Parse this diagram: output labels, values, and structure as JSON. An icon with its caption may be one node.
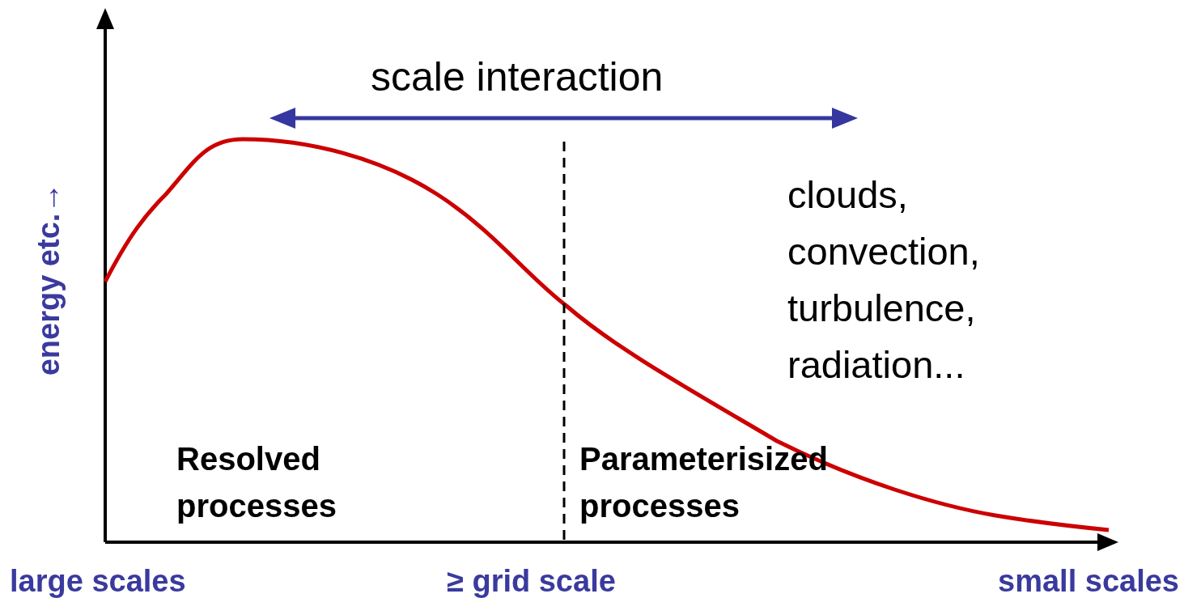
{
  "diagram": {
    "labels": [
      "scale interaction",
      "energy etc.→",
      "clouds, convection, turbulence, radiation...",
      "Resolved processes",
      "Parameterisized processes",
      "large scales",
      "≥ grid scale",
      "small scales"
    ]
  }
}
